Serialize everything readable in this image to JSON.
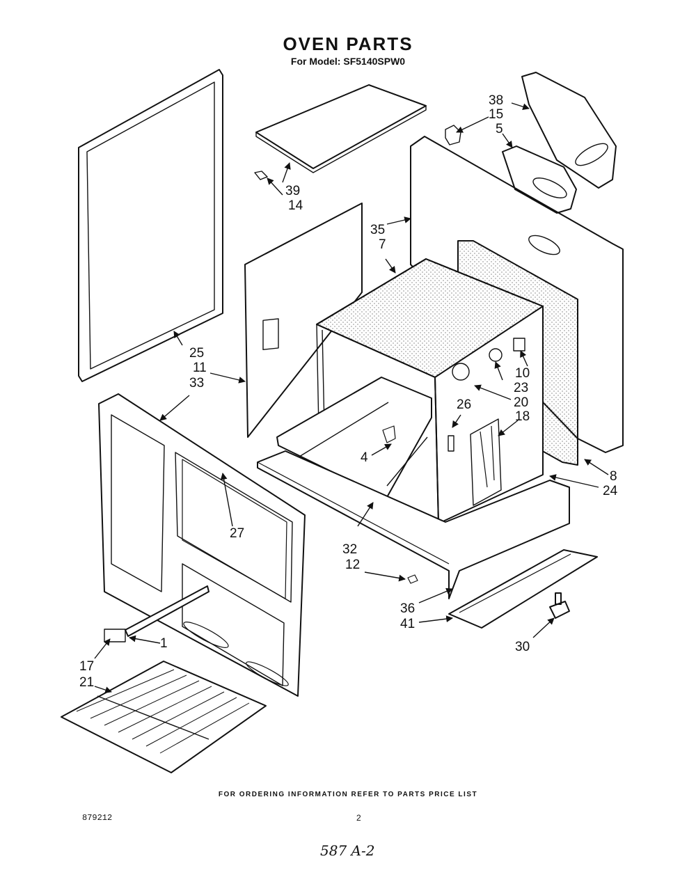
{
  "header": {
    "title": "OVEN PARTS",
    "subtitle": "For Model: SF5140SPW0"
  },
  "footer": {
    "ordering_note": "FOR ORDERING INFORMATION REFER TO PARTS PRICE LIST",
    "diagram_code": "879212",
    "page_number": "2",
    "handwritten_note": "587 A-2"
  },
  "callouts": [
    "38",
    "15",
    "5",
    "39",
    "14",
    "35",
    "7",
    "25",
    "11",
    "33",
    "10",
    "23",
    "20",
    "26",
    "18",
    "4",
    "8",
    "24",
    "27",
    "32",
    "12",
    "36",
    "41",
    "30",
    "1",
    "17",
    "21"
  ]
}
